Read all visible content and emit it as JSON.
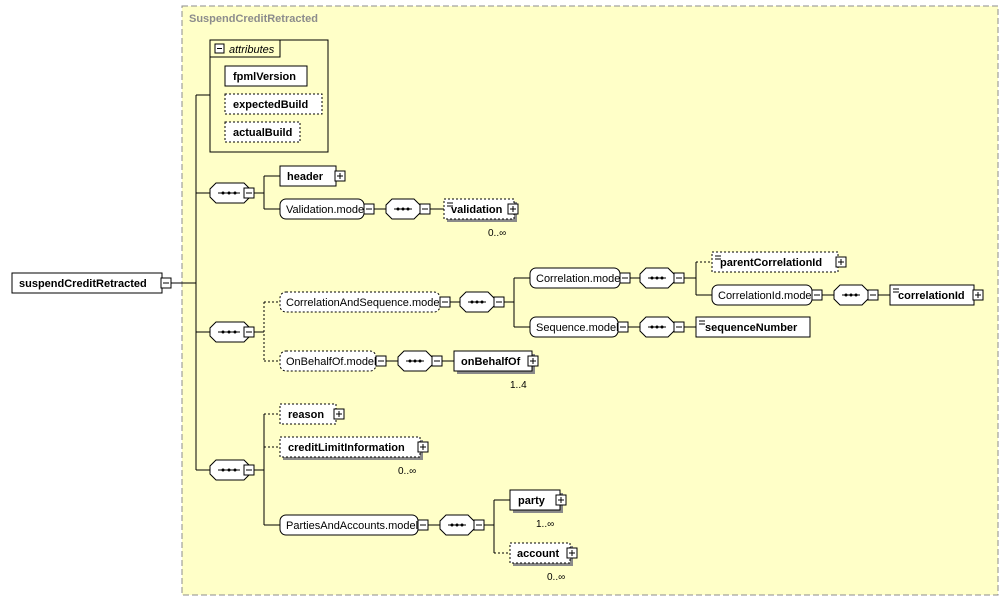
{
  "title": "SuspendCreditRetracted",
  "root": {
    "label": "suspendCreditRetracted"
  },
  "attributes": {
    "label": "attributes",
    "items": [
      "fpmlVersion",
      "expectedBuild",
      "actualBuild"
    ]
  },
  "nodes": {
    "header": "header",
    "validation_model": "Validation.model",
    "validation": "validation",
    "validation_occ": "0..∞",
    "correlation_and_sequence_model": "CorrelationAndSequence.model",
    "correlation_model": "Correlation.model",
    "parent_correlation_id": "parentCorrelationId",
    "correlation_id_model": "CorrelationId.model",
    "correlation_id": "correlationId",
    "sequence_model": "Sequence.model",
    "sequence_number": "sequenceNumber",
    "on_behalf_of_model": "OnBehalfOf.model",
    "on_behalf_of": "onBehalfOf",
    "on_behalf_of_occ": "1..4",
    "reason": "reason",
    "credit_limit_information": "creditLimitInformation",
    "credit_limit_information_occ": "0..∞",
    "parties_and_accounts_model": "PartiesAndAccounts.model",
    "party": "party",
    "party_occ": "1..∞",
    "account": "account",
    "account_occ": "0..∞"
  },
  "colors": {
    "background": "#ffffc8",
    "frame": "#8c8c8c",
    "title": "#8c8c8c"
  }
}
